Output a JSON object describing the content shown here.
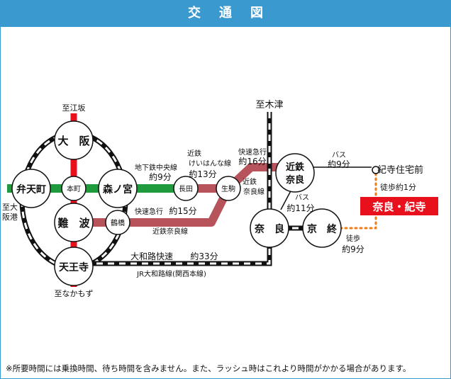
{
  "header": {
    "title": "交通図"
  },
  "colors": {
    "header": "#3a9ad0",
    "chuo_line": "#1f9a3c",
    "kintetsu_line": "#b7535b",
    "walk": "#ef7d1a",
    "destination": "#e8101c"
  },
  "stations": {
    "osaka": "大　阪",
    "bentencho": "弁天町",
    "honmachi": "本町",
    "morinomiya": "森ノ宮",
    "namba": "難　波",
    "tsuruhashi": "鶴橋",
    "tennoji": "天王寺",
    "nagata": "長田",
    "ikoma": "生駒",
    "kintetsu_nara_1": "近鉄",
    "kintetsu_nara_2": "奈良",
    "nara": "奈　良",
    "kyoshu": "京　終",
    "kideraStop": "紀寺住宅前",
    "destination": "奈良・紀寺"
  },
  "labels": {
    "to_edosaka": "至江坂",
    "to_osakako_1": "至大",
    "to_osakako_2": "阪港",
    "to_nakamozu": "至なかもず",
    "to_kizu": "至木津",
    "chuo_line_1": "地下鉄中央線",
    "chuo_time": "約9分",
    "keihanna_1": "近鉄",
    "keihanna_2": "けいはんな線",
    "keihanna_time": "約13分",
    "express_1": "快速急行",
    "express_time": "約16分",
    "kintetsu_nara_line_1": "近鉄",
    "kintetsu_nara_line_2": "奈良線",
    "namba_express": "快速急行",
    "namba_time": "約15分",
    "namba_line": "近鉄奈良線",
    "bus1": "バス",
    "bus1_time": "約9分",
    "bus2": "バス",
    "bus2_time": "約11分",
    "walk1": "徒歩約1分",
    "walk2": "徒歩",
    "walk2_time": "約9分",
    "yamatoji_express": "大和路快速",
    "yamatoji_time": "約33分",
    "jr_line": "JR大和路線(関西本線)"
  },
  "footnote": "※所要時間には乗換時間、待ち時間を含みません。また、ラッシュ時はこれより時間がかかる場合があります。"
}
